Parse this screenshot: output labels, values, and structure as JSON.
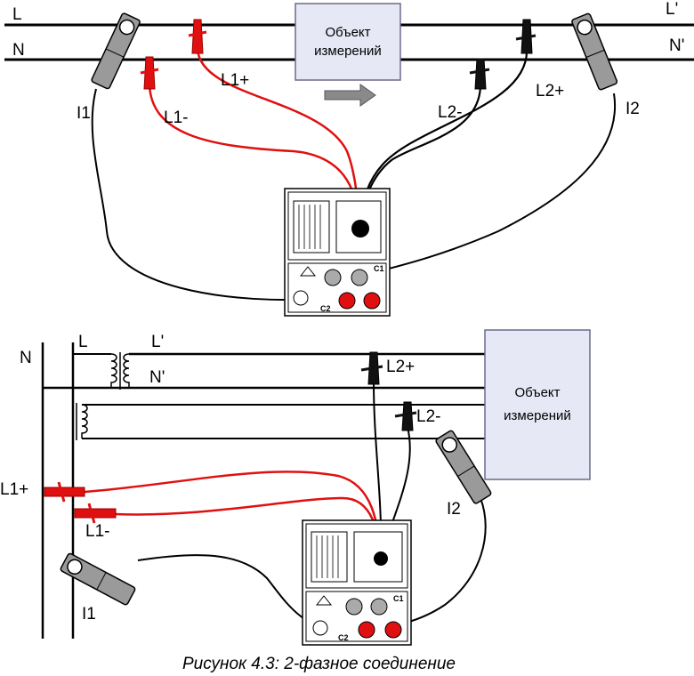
{
  "diagram1": {
    "line_L": "L",
    "line_N": "N",
    "line_L_out": "L'",
    "line_N_out": "N'",
    "object_line1": "Объект",
    "object_line2": "измерений",
    "probe_L1_plus": "L1+",
    "probe_L1_minus": "L1-",
    "probe_L2_plus": "L2+",
    "probe_L2_minus": "L2-",
    "clamp_I1": "I1",
    "clamp_I2": "I2",
    "port_C1": "C1",
    "port_C2": "C2"
  },
  "diagram2": {
    "bus_N": "N",
    "tx_L": "L",
    "tx_L_out": "L'",
    "tx_N_out": "N'",
    "object_line1": "Объект",
    "object_line2": "измерений",
    "probe_L1_plus": "L1+",
    "probe_L1_minus": "L1-",
    "probe_L2_plus": "L2+",
    "probe_L2_minus": "L2-",
    "clamp_I1": "I1",
    "clamp_I2": "I2",
    "port_C1": "C1",
    "port_C2": "C2"
  },
  "caption": "Рисунок 4.3: 2-фазное соединение",
  "colors": {
    "red_lead": "#e01010",
    "black_lead": "#000000",
    "object_fill": "#e6e8f5",
    "instrument_fill": "#ffffff",
    "clamp_fill": "#9a9a9a"
  }
}
